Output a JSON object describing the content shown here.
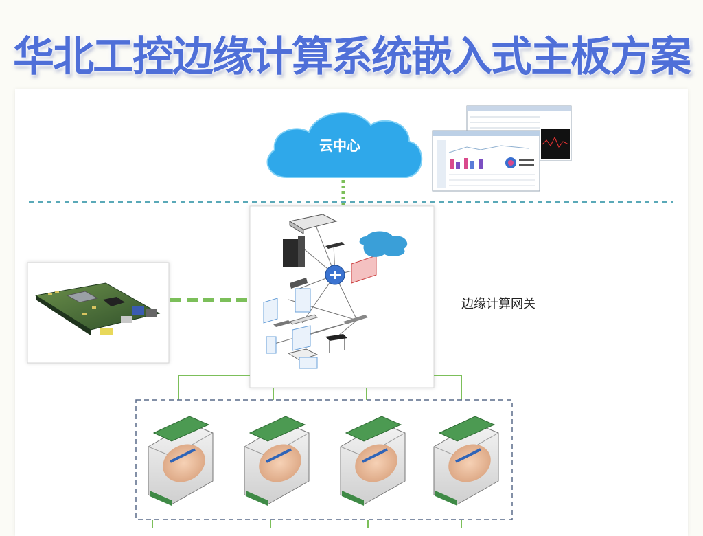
{
  "title": "华北工控边缘计算系统嵌入式主板方案",
  "cloud_label": "云中心",
  "gateway_label": "边缘计算网关",
  "colors": {
    "title": "#4f6fd8",
    "cloud": "#2fa8ea",
    "dashed_separator": "#5aa9b8",
    "green_link": "#7cbf5a",
    "module_box": "#5a6b8a"
  },
  "icons": [
    "cloud-icon",
    "software-screenshot",
    "embedded-board",
    "network-topology",
    "io-module"
  ]
}
